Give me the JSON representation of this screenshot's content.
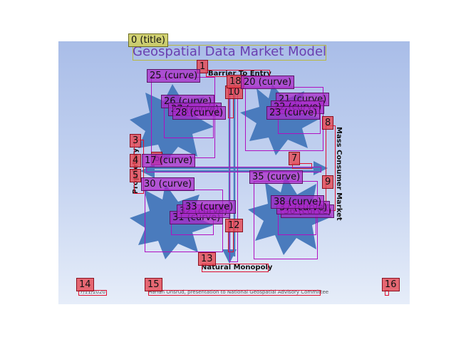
{
  "slide": {
    "title": "Geospatial Data Market Model",
    "top_label": "Barrier To Entry",
    "right_label": "Mass Consumer Market",
    "left_label": "Proprietary",
    "bottom_label": "Natural Monopoly",
    "footer_left": "7/11/2020",
    "footer_center": "Harlan Onsrud, presentation to National Geospatial Advisory Committee"
  },
  "overlay": {
    "title_tag": "0 (title)",
    "tags": [
      "1",
      "3",
      "4",
      "5",
      "6",
      "7",
      "8",
      "9",
      "10",
      "12",
      "13",
      "14",
      "15",
      "16",
      "18"
    ],
    "curve_tags": [
      "17 (curve)",
      "20 (curve)",
      "21 (curve)",
      "22 (curve)",
      "23 (curve)",
      "25 (curve)",
      "26 (curve)",
      "27 (curve)",
      "28 (curve)",
      "30 (curve)",
      "31 (curve)",
      "32 (curve)",
      "33 (curve)",
      "35 (curve)",
      "36 (curve)",
      "37 (curve)",
      "38 (curve)"
    ]
  },
  "colors": {
    "slide_top": "#a9bde8",
    "slide_bottom": "#e6edf9",
    "title_color": "#6a3fb0",
    "starburst": "#4a7bbd",
    "curve_overlay": "#aa28c8",
    "tag_overlay": "#e64650",
    "title_overlay": "#cdcd64"
  }
}
